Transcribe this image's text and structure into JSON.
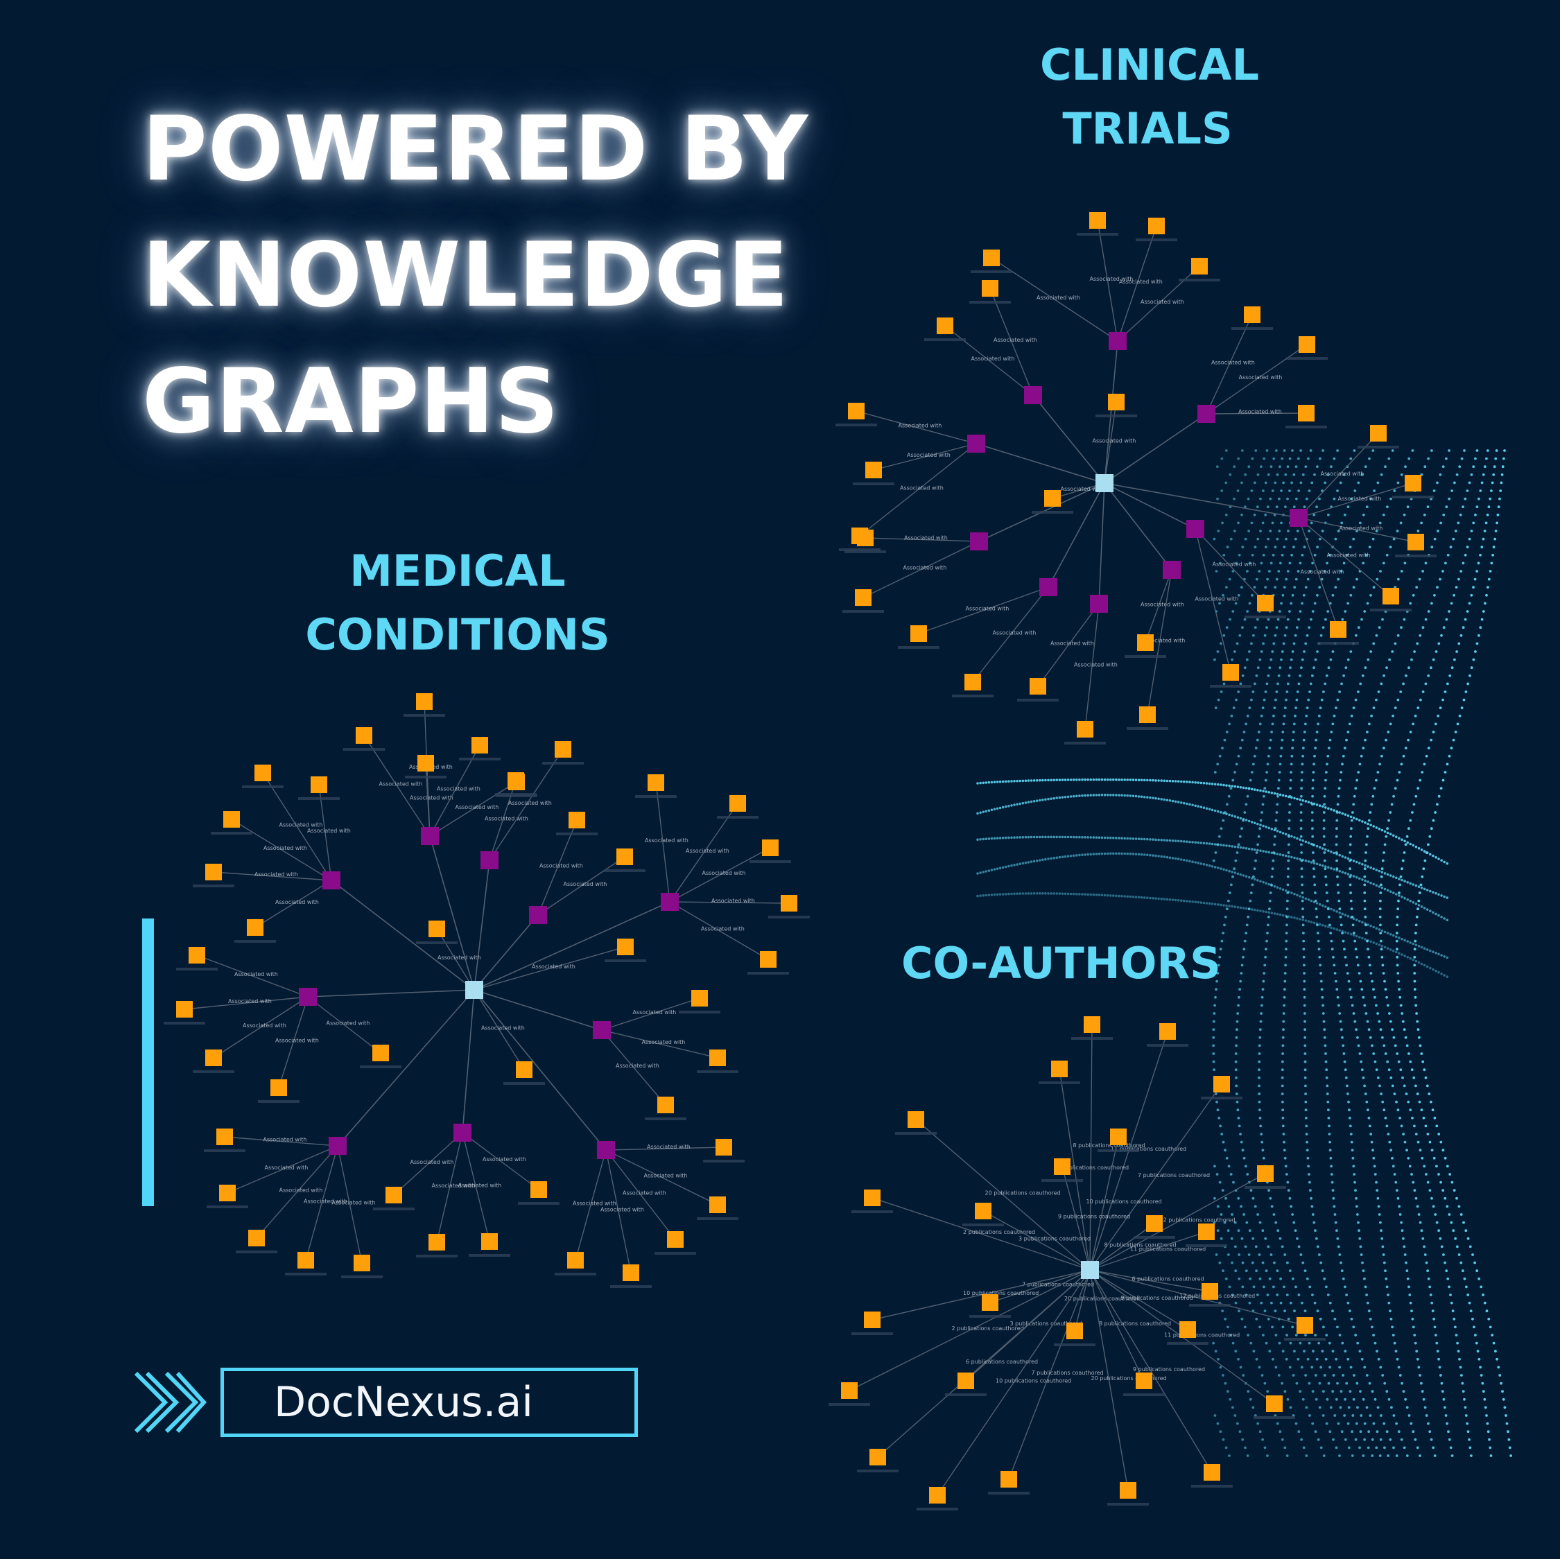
{
  "headline": {
    "lines": [
      "POWERED BY",
      "KNOWLEDGE",
      "GRAPHS"
    ]
  },
  "sections": {
    "clinical_trials": {
      "lines": [
        "CLINICAL",
        "TRIALS"
      ]
    },
    "medical_conditions": {
      "lines": [
        "MEDICAL",
        "CONDITIONS"
      ]
    },
    "co_authors": {
      "lines": [
        "CO-AUTHORS"
      ]
    }
  },
  "brand": {
    "name": "DocNexus.ai"
  },
  "edge_labels": {
    "associated": "Associated with",
    "coauthored_samples": [
      "8 publications coauthored",
      "11 publications coauthored",
      "6 publications coauthored",
      "7 publications coauthored",
      "10 publications coauthored",
      "20 publications coauthored",
      "9 publications coauthored",
      "12 publications coauthored",
      "2 publications coauthored",
      "3 publications coauthored"
    ]
  },
  "colors": {
    "background": "#031a33",
    "heading": "#ffffff",
    "accent": "#52d6f7",
    "hub_node": "#a9dff0",
    "category_node": "#8a0c8a",
    "leaf_node": "#ff9f0a",
    "edge": "#51606f",
    "dots": "#5fd6f2"
  },
  "icons": {
    "brand_mark": "double-chevron-right-icon"
  }
}
